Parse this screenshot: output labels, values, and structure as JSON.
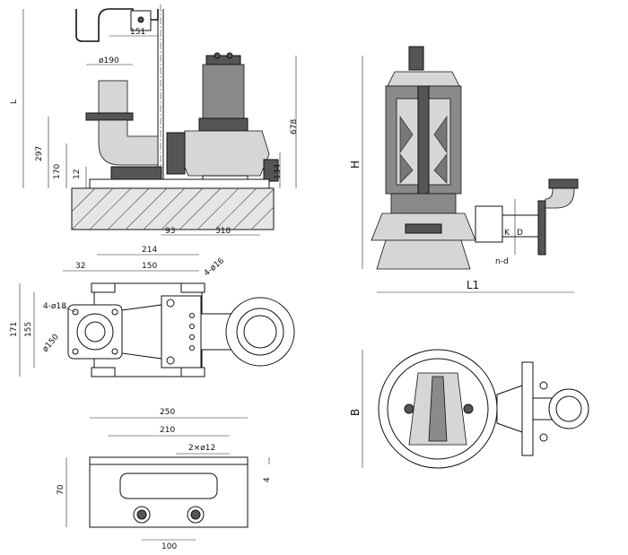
{
  "views": {
    "side_view": {
      "labels": {
        "L": "L",
        "d151": "151",
        "d190": "ø190",
        "d297": "297",
        "d170": "170",
        "d12": "12",
        "d678": "678",
        "d134": "134",
        "d93": "93",
        "d318": "318"
      }
    },
    "plan_view": {
      "labels": {
        "d214": "214",
        "d32": "32",
        "d150": "150",
        "d4phi16": "4-ø16",
        "d4phi18": "4-ø18",
        "d171": "171",
        "d155": "155",
        "d150dia": "ø150"
      }
    },
    "base_plate": {
      "labels": {
        "d250": "250",
        "d210": "210",
        "d2phi12": "2×ø12",
        "d70": "70",
        "d4": "4",
        "d100": "100"
      }
    },
    "section_view": {
      "labels": {
        "H": "H",
        "L1": "L1",
        "K": "K",
        "D": "D",
        "nd": "n-d"
      }
    },
    "top_view": {
      "labels": {
        "B": "B"
      }
    }
  }
}
